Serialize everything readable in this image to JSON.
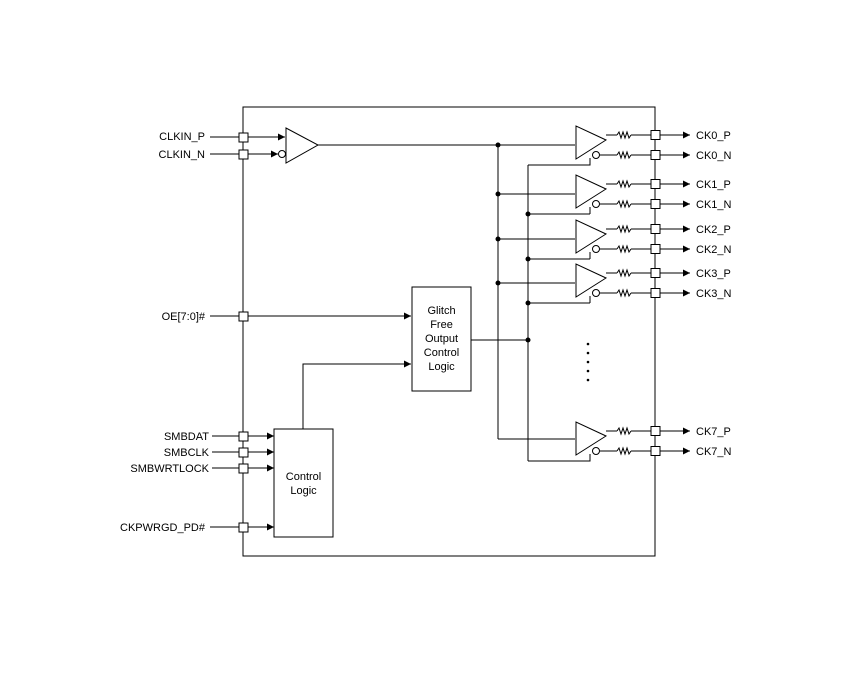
{
  "inputs": {
    "clkin_p": "CLKIN_P",
    "clkin_n": "CLKIN_N",
    "oe": "OE[7:0]#",
    "smbdat": "SMBDAT",
    "smbclk": "SMBCLK",
    "smbwrtlock": "SMBWRTLOCK",
    "ckpwrgd": "CKPWRGD_PD#"
  },
  "blocks": {
    "glitch": [
      "Glitch",
      "Free",
      "Output",
      "Control",
      "Logic"
    ],
    "control": [
      "Control",
      "Logic"
    ]
  },
  "outputs": [
    {
      "p": "CK0_P",
      "n": "CK0_N"
    },
    {
      "p": "CK1_P",
      "n": "CK1_N"
    },
    {
      "p": "CK2_P",
      "n": "CK2_N"
    },
    {
      "p": "CK3_P",
      "n": "CK3_N"
    },
    {
      "p": "CK7_P",
      "n": "CK7_N"
    }
  ]
}
